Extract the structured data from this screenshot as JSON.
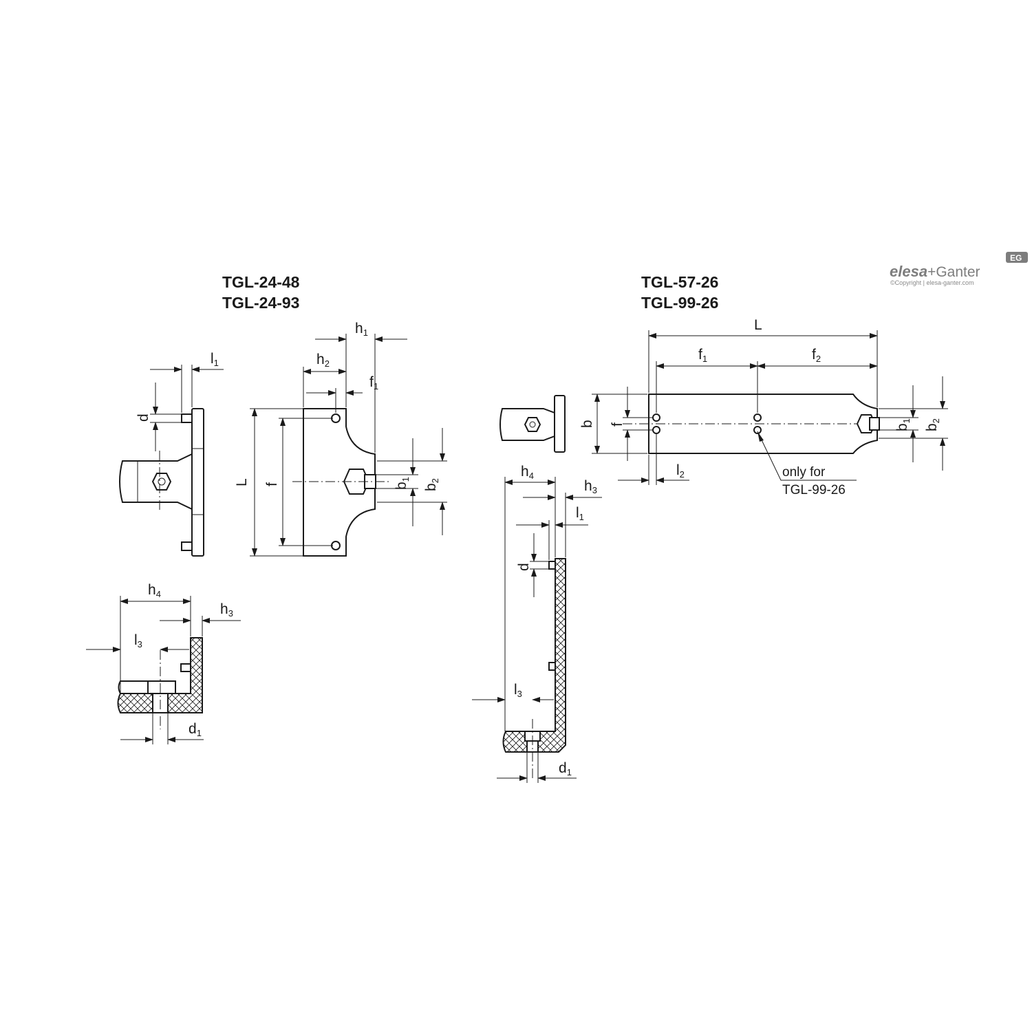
{
  "left_group": {
    "title_line1": "TGL-24-48",
    "title_line2": "TGL-24-93",
    "dims": {
      "l1": {
        "base": "l",
        "sub": "1"
      },
      "d": {
        "base": "d",
        "sub": ""
      },
      "h1": {
        "base": "h",
        "sub": "1"
      },
      "h2": {
        "base": "h",
        "sub": "2"
      },
      "f1": {
        "base": "f",
        "sub": "1"
      },
      "L": {
        "base": "L",
        "sub": ""
      },
      "f": {
        "base": "f",
        "sub": ""
      },
      "b1": {
        "base": "b",
        "sub": "1"
      },
      "b2": {
        "base": "b",
        "sub": "2"
      },
      "h4": {
        "base": "h",
        "sub": "4"
      },
      "h3": {
        "base": "h",
        "sub": "3"
      },
      "l3": {
        "base": "l",
        "sub": "3"
      },
      "d1": {
        "base": "d",
        "sub": "1"
      }
    }
  },
  "right_group": {
    "title_line1": "TGL-57-26",
    "title_line2": "TGL-99-26",
    "note_line1": "only for",
    "note_line2": "TGL-99-26",
    "dims": {
      "L": {
        "base": "L",
        "sub": ""
      },
      "f1": {
        "base": "f",
        "sub": "1"
      },
      "f2": {
        "base": "f",
        "sub": "2"
      },
      "b": {
        "base": "b",
        "sub": ""
      },
      "f": {
        "base": "f",
        "sub": ""
      },
      "l2": {
        "base": "l",
        "sub": "2"
      },
      "b1": {
        "base": "b",
        "sub": "1"
      },
      "b2": {
        "base": "b",
        "sub": "2"
      },
      "h4": {
        "base": "h",
        "sub": "4"
      },
      "h3": {
        "base": "h",
        "sub": "3"
      },
      "l1": {
        "base": "l",
        "sub": "1"
      },
      "d": {
        "base": "d",
        "sub": ""
      },
      "l3": {
        "base": "l",
        "sub": "3"
      },
      "d1": {
        "base": "d",
        "sub": "1"
      }
    }
  },
  "brand": {
    "name_part1": "elesa",
    "name_part2": "+Ganter",
    "mark": "EG",
    "copyright": "©Copyright | elesa-ganter.com"
  },
  "colors": {
    "line": "#1a1a1a",
    "brand_gray": "#7d7d7d",
    "background": "#ffffff"
  }
}
